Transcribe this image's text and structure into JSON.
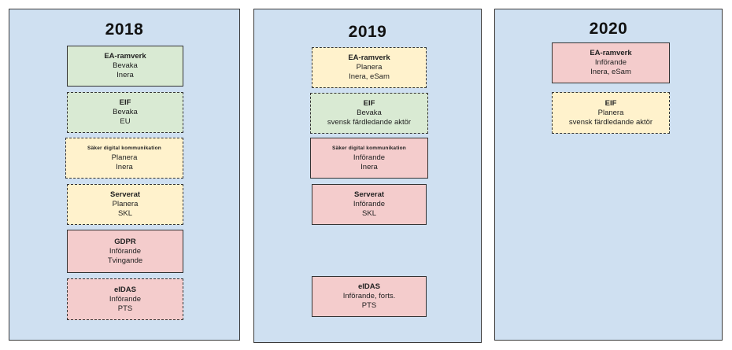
{
  "colors": {
    "background": "#cfe0f1",
    "green": "#d9ead3",
    "yellow": "#fff2cc",
    "red": "#f4cccc"
  },
  "columns": [
    {
      "year": "2018",
      "boxes": [
        {
          "title": "EA-ramverk",
          "lines": [
            "Bevaka",
            "Inera"
          ],
          "color": "green",
          "border": "solid"
        },
        {
          "title": "EIF",
          "lines": [
            "Bevaka",
            "EU"
          ],
          "color": "green",
          "border": "dashed"
        },
        {
          "title": "Säker digital kommunikation",
          "lines": [
            "Planera",
            "Inera"
          ],
          "color": "yellow",
          "border": "dashed"
        },
        {
          "title": "Serverat",
          "lines": [
            "Planera",
            "SKL"
          ],
          "color": "yellow",
          "border": "dashed"
        },
        {
          "title": "GDPR",
          "lines": [
            "Införande",
            "Tvingande"
          ],
          "color": "red",
          "border": "solid"
        },
        {
          "title": "eIDAS",
          "lines": [
            "Införande",
            "PTS"
          ],
          "color": "red",
          "border": "dashed"
        }
      ]
    },
    {
      "year": "2019",
      "boxes": [
        {
          "title": "EA-ramverk",
          "lines": [
            "Planera",
            "Inera, eSam"
          ],
          "color": "yellow",
          "border": "dashed"
        },
        {
          "title": "EIF",
          "lines": [
            "Bevaka",
            "svensk färdledande aktör"
          ],
          "color": "green",
          "border": "dashed"
        },
        {
          "title": "Säker digital kommunikation",
          "lines": [
            "Införande",
            "Inera"
          ],
          "color": "red",
          "border": "solid"
        },
        {
          "title": "Serverat",
          "lines": [
            "Införande",
            "SKL"
          ],
          "color": "red",
          "border": "solid"
        },
        {
          "title": "eIDAS",
          "lines": [
            "Införande, forts.",
            "PTS"
          ],
          "color": "red",
          "border": "solid"
        }
      ]
    },
    {
      "year": "2020",
      "boxes": [
        {
          "title": "EA-ramverk",
          "lines": [
            "Införande",
            "Inera, eSam"
          ],
          "color": "red",
          "border": "solid"
        },
        {
          "title": "EIF",
          "lines": [
            "Planera",
            "svensk färdledande aktör"
          ],
          "color": "yellow",
          "border": "dashed"
        }
      ]
    }
  ]
}
